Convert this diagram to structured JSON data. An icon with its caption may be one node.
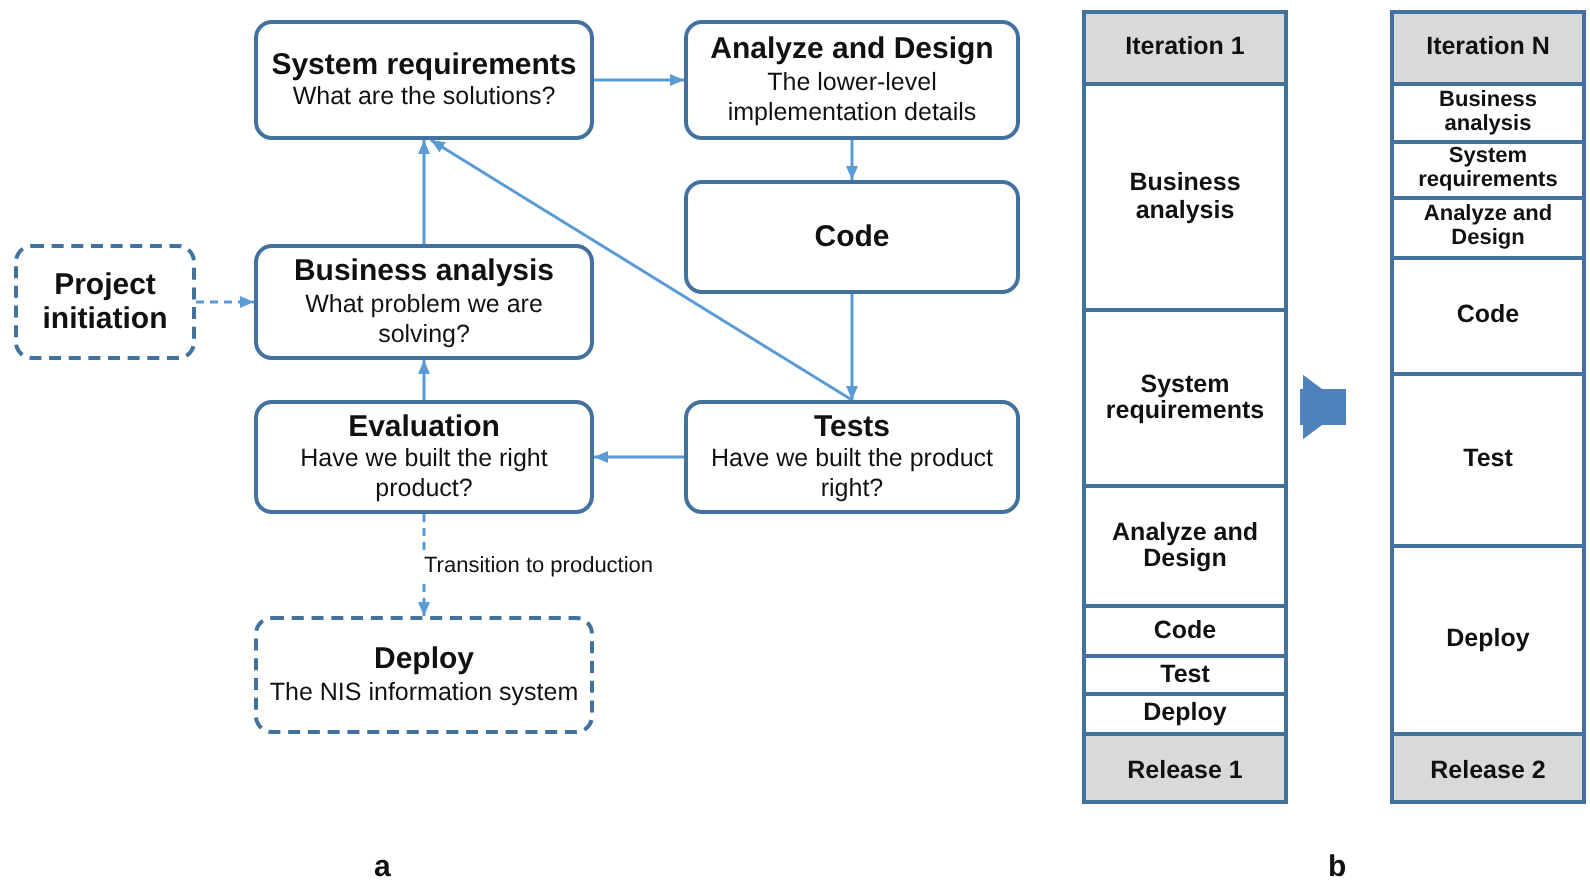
{
  "diagram": {
    "nodes": [
      {
        "text": [
          "System requirements",
          "What are the solutions?"
        ]
      },
      {
        "text": [
          "Analyze and Design",
          "The lower-level implementation details"
        ]
      },
      {
        "text": [
          "Code"
        ]
      },
      {
        "text": [
          "Project initiation"
        ]
      },
      {
        "text": [
          "Business analysis",
          "What problem we are solving?"
        ]
      },
      {
        "text": [
          "Evaluation",
          "Have we built the right product?"
        ]
      },
      {
        "text": [
          "Tests",
          "Have we built the product right?"
        ]
      },
      {
        "text": [
          "Deploy",
          "The NIS information system"
        ]
      },
      {
        "text": [],
        "shape": "box"
      },
      {
        "text": [
          "Iteration 1"
        ],
        "in": 8
      },
      {
        "text": [
          "Business analysis"
        ],
        "in": 8
      },
      {
        "text": [
          "System requirements"
        ],
        "in": 8
      },
      {
        "text": [
          "Analyze and Design"
        ],
        "in": 8
      },
      {
        "text": [
          "Code"
        ],
        "in": 8
      },
      {
        "text": [
          "Test"
        ],
        "in": 8
      },
      {
        "text": [
          "Deploy"
        ],
        "in": 8
      },
      {
        "text": [
          "Release 1"
        ],
        "in": 8
      },
      {
        "text": [],
        "shape": "box"
      },
      {
        "text": [
          "Iteration N"
        ],
        "in": 17
      },
      {
        "text": [
          "Business analysis"
        ],
        "in": 17
      },
      {
        "text": [
          "System requirements"
        ],
        "in": 17
      },
      {
        "text": [
          "Analyze and Design"
        ],
        "in": 17
      },
      {
        "text": [
          "Code"
        ],
        "in": 17
      },
      {
        "text": [
          "Test"
        ],
        "in": 17
      },
      {
        "text": [
          "Deploy"
        ],
        "in": 17
      },
      {
        "text": [
          "Release 2"
        ],
        "in": 17
      }
    ],
    "edges": [
      {
        "from": 0,
        "to": 1,
        "arrow": "to"
      },
      {
        "from": 1,
        "to": 2,
        "arrow": "to"
      },
      {
        "from": 2,
        "to": 6,
        "arrow": "to"
      },
      {
        "from": 6,
        "to": 5,
        "arrow": "to"
      },
      {
        "from": 5,
        "to": 4,
        "arrow": "to"
      },
      {
        "from": 4,
        "to": 0,
        "arrow": "to"
      },
      {
        "from": 6,
        "to": 0,
        "arrow": "to"
      },
      {
        "from": 3,
        "to": 4,
        "arrow": "to",
        "style": "dashed"
      },
      {
        "from": 5,
        "to": 7,
        "arrow": "to",
        "style": "dashed",
        "label": "Transition to production"
      },
      {
        "from": 8,
        "to": 17,
        "arrow": "to",
        "style": "thick"
      }
    ],
    "labels": [
      "a",
      "b"
    ]
  }
}
